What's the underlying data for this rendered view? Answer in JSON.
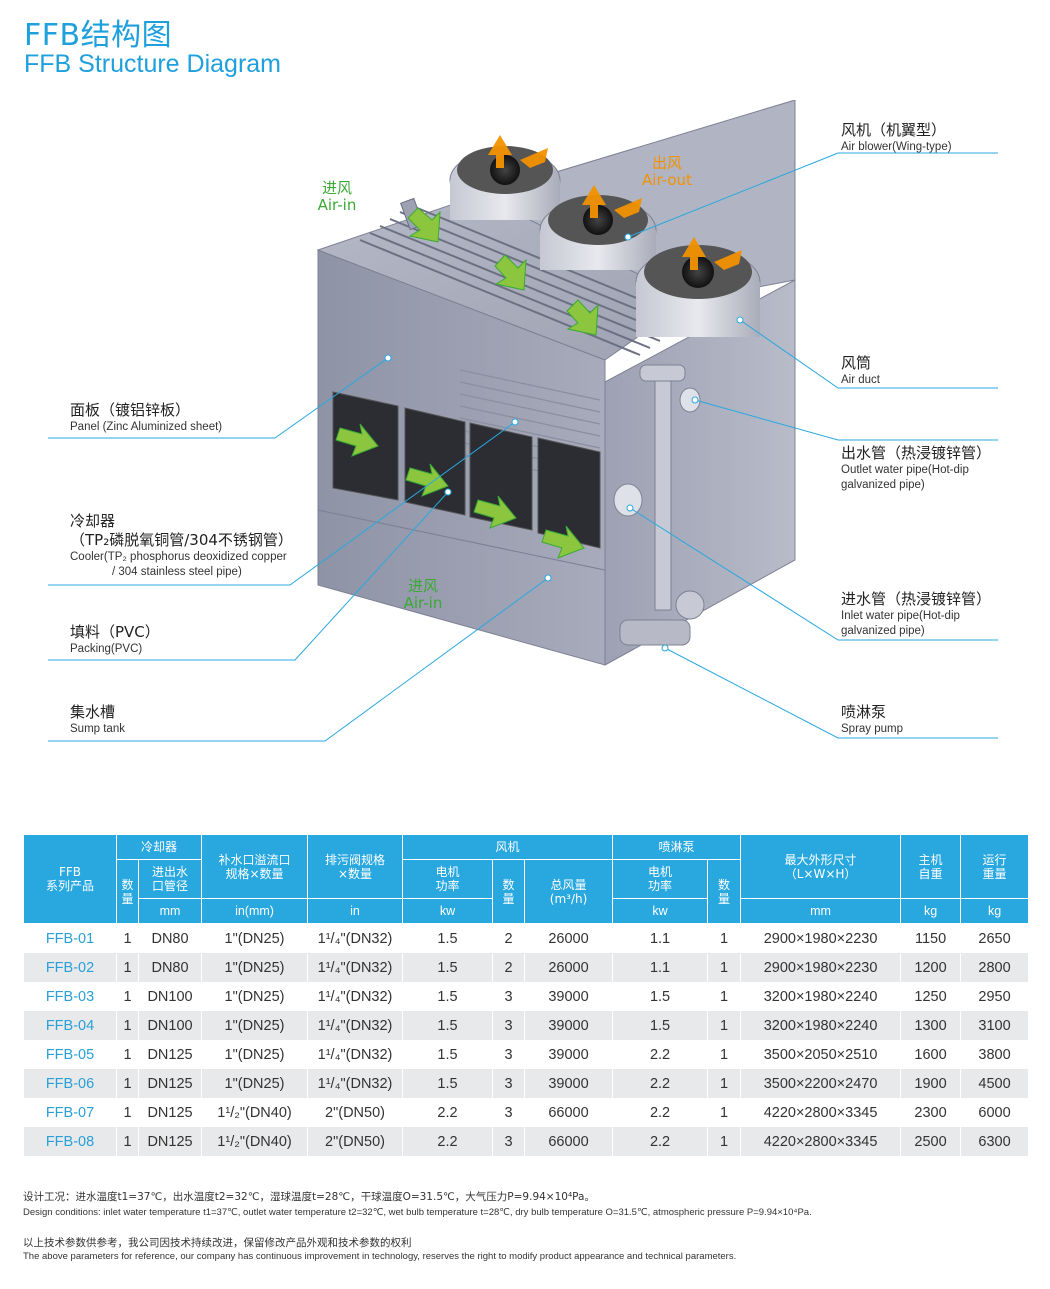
{
  "header": {
    "title_cn": "FFB结构图",
    "title_en": "FFB Structure Diagram"
  },
  "diagram": {
    "air_in_top": {
      "cn": "进风",
      "en": "Air-in"
    },
    "air_out": {
      "cn": "出风",
      "en": "Air-out"
    },
    "air_in_bottom": {
      "cn": "进风",
      "en": "Air-in"
    },
    "left_labels": [
      {
        "cn": "面板（镀铝锌板）",
        "en": "Panel (Zinc Aluminized sheet)"
      },
      {
        "cn": "冷却器",
        "cn2": "（TP₂磷脱氧铜管/304不锈钢管）",
        "en": "Cooler(TP₂ phosphorus deoxidized copper",
        "en2": "/ 304 stainless steel pipe)"
      },
      {
        "cn": "填料（PVC）",
        "en": "Packing(PVC)"
      },
      {
        "cn": "集水槽",
        "en": "Sump tank"
      }
    ],
    "right_labels": [
      {
        "cn": "风机（机翼型）",
        "en": "Air blower(Wing-type)"
      },
      {
        "cn": "风筒",
        "en": "Air duct"
      },
      {
        "cn": "出水管（热浸镀锌管）",
        "en": "Outlet water pipe(Hot-dip",
        "en2": "galvanized pipe)"
      },
      {
        "cn": "进水管（热浸镀锌管）",
        "en": "Inlet water pipe(Hot-dip",
        "en2": "galvanized pipe)"
      },
      {
        "cn": "喷淋泵",
        "en": "Spray pump"
      }
    ]
  },
  "table": {
    "head": {
      "series": "FFB\n系列产品",
      "cooler": "冷却器",
      "qty": "数\n量",
      "pipe_dia": "进出水\n口管径",
      "makeup": "补水口溢流口\n规格×数量",
      "drain": "排污阀规格\n×数量",
      "fan": "风机",
      "motor_power": "电机\n功率",
      "fan_qty": "数\n量",
      "airflow": "总风量\n(m³/h)",
      "pump": "喷淋泵",
      "pump_power": "电机\n功率",
      "pump_qty": "数\n量",
      "dims": "最大外形尺寸\n（L×W×H）",
      "weight": "主机\n自重",
      "op_weight": "运行\n重量",
      "unit_mm": "mm",
      "unit_inmm": "in(mm)",
      "unit_in": "in",
      "unit_kw": "kw",
      "unit_kw2": "kw",
      "unit_mm2": "mm",
      "unit_kg": "kg",
      "unit_kg2": "kg"
    },
    "rows": [
      [
        "FFB-01",
        "1",
        "DN80",
        "1\"(DN25)",
        "1¹/₄\"(DN32)",
        "1.5",
        "2",
        "26000",
        "1.1",
        "1",
        "2900×1980×2230",
        "1150",
        "2650"
      ],
      [
        "FFB-02",
        "1",
        "DN80",
        "1\"(DN25)",
        "1¹/₄\"(DN32)",
        "1.5",
        "2",
        "26000",
        "1.1",
        "1",
        "2900×1980×2230",
        "1200",
        "2800"
      ],
      [
        "FFB-03",
        "1",
        "DN100",
        "1\"(DN25)",
        "1¹/₄\"(DN32)",
        "1.5",
        "3",
        "39000",
        "1.5",
        "1",
        "3200×1980×2240",
        "1250",
        "2950"
      ],
      [
        "FFB-04",
        "1",
        "DN100",
        "1\"(DN25)",
        "1¹/₄\"(DN32)",
        "1.5",
        "3",
        "39000",
        "1.5",
        "1",
        "3200×1980×2240",
        "1300",
        "3100"
      ],
      [
        "FFB-05",
        "1",
        "DN125",
        "1\"(DN25)",
        "1¹/₄\"(DN32)",
        "1.5",
        "3",
        "39000",
        "2.2",
        "1",
        "3500×2050×2510",
        "1600",
        "3800"
      ],
      [
        "FFB-06",
        "1",
        "DN125",
        "1\"(DN25)",
        "1¹/₄\"(DN32)",
        "1.5",
        "3",
        "39000",
        "2.2",
        "1",
        "3500×2200×2470",
        "1900",
        "4500"
      ],
      [
        "FFB-07",
        "1",
        "DN125",
        "1¹/₂\"(DN40)",
        "2\"(DN50)",
        "2.2",
        "3",
        "66000",
        "2.2",
        "1",
        "4220×2800×3345",
        "2300",
        "6000"
      ],
      [
        "FFB-08",
        "1",
        "DN125",
        "1¹/₂\"(DN40)",
        "2\"(DN50)",
        "2.2",
        "3",
        "66000",
        "2.2",
        "1",
        "4220×2800×3345",
        "2500",
        "6300"
      ]
    ]
  },
  "notes": {
    "design_cn": "设计工况：进水温度t1=37℃，出水温度t2=32℃，湿球温度t=28℃，干球温度O=31.5℃，大气压力P=9.94×10⁴Pa。",
    "design_en": "Design conditions: inlet water temperature t1=37℃, outlet water temperature t2=32℃, wet bulb temperature t=28℃,  dry bulb temperature O=31.5℃, atmospheric pressure P=9.94×10⁴Pa.",
    "ref_cn": "以上技术参数供参考，我公司因技术持续改进，保留修改产品外观和技术参数的权利",
    "ref_en": "The above parameters for reference, our company has continuous improvement in technology, reserves the right to modify product appearance and technical parameters."
  },
  "colors": {
    "accent": "#29a8e0",
    "air_in": "#3aa935",
    "air_out": "#f39200"
  }
}
